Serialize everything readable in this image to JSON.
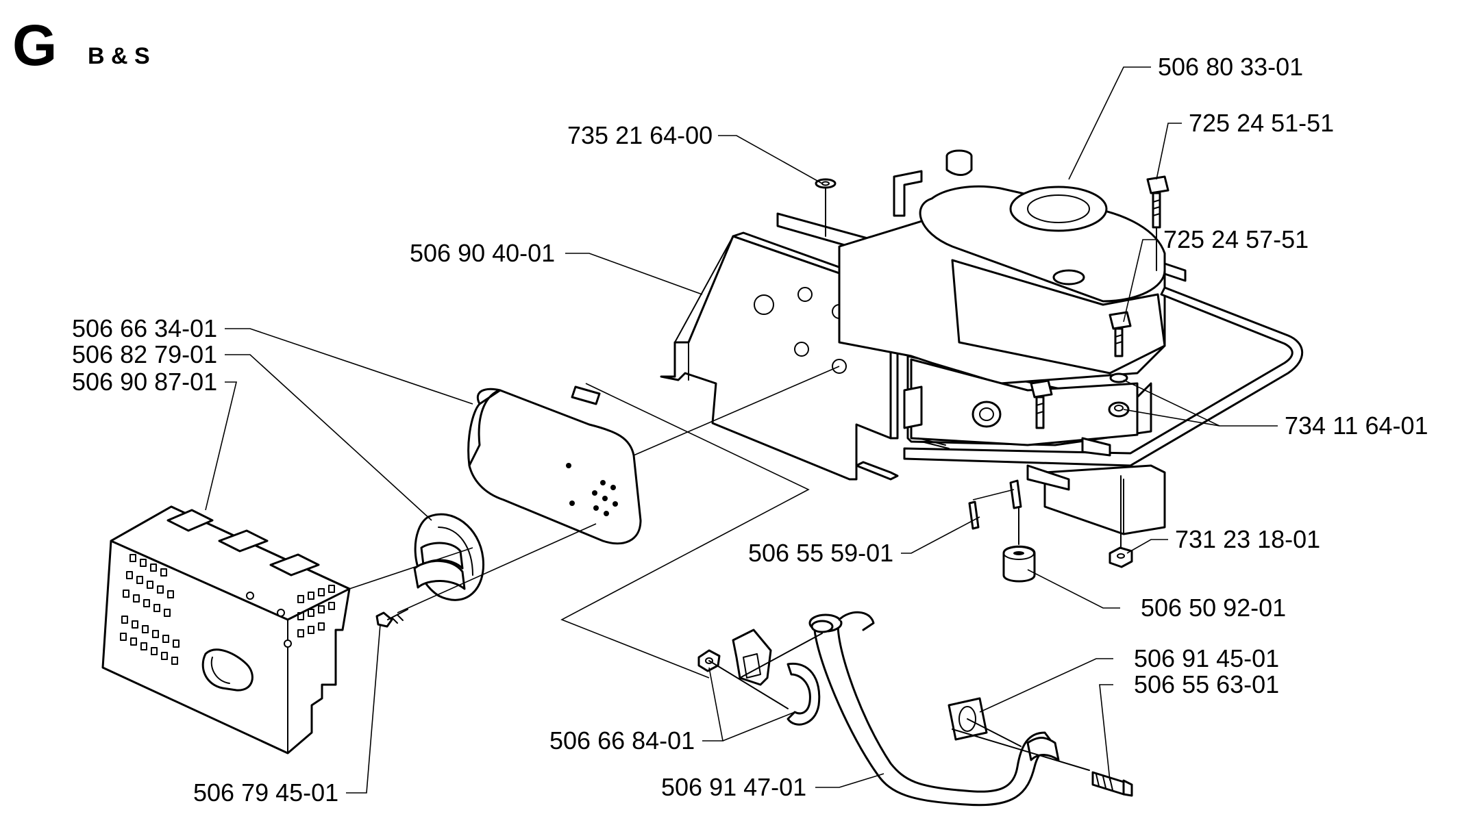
{
  "header": {
    "section_letter": "G",
    "engine": "B & S"
  },
  "parts": [
    {
      "id": "p-506-80-33-01",
      "number": "506 80 33-01"
    },
    {
      "id": "p-725-24-51-51",
      "number": "725 24 51-51"
    },
    {
      "id": "p-735-21-64-00",
      "number": "735 21 64-00"
    },
    {
      "id": "p-725-24-57-51",
      "number": "725 24 57-51"
    },
    {
      "id": "p-506-90-40-01",
      "number": "506 90 40-01"
    },
    {
      "id": "p-506-66-34-01",
      "number": "506 66 34-01"
    },
    {
      "id": "p-506-82-79-01",
      "number": "506 82 79-01"
    },
    {
      "id": "p-506-90-87-01",
      "number": "506 90 87-01"
    },
    {
      "id": "p-734-11-64-01",
      "number": "734 11 64-01"
    },
    {
      "id": "p-731-23-18-01",
      "number": "731 23 18-01"
    },
    {
      "id": "p-506-55-59-01",
      "number": "506 55 59-01"
    },
    {
      "id": "p-506-50-92-01",
      "number": "506 50 92-01"
    },
    {
      "id": "p-506-91-45-01",
      "number": "506 91 45-01"
    },
    {
      "id": "p-506-55-63-01",
      "number": "506 55 63-01"
    },
    {
      "id": "p-506-66-84-01",
      "number": "506 66 84-01"
    },
    {
      "id": "p-506-91-47-01",
      "number": "506 91 47-01"
    },
    {
      "id": "p-506-79-45-01",
      "number": "506 79 45-01"
    }
  ]
}
